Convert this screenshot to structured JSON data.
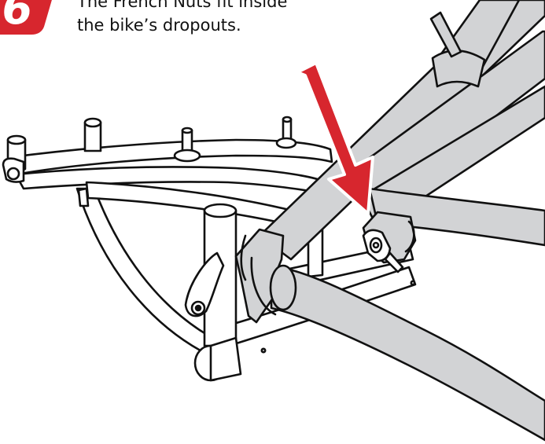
{
  "step": {
    "number": "6",
    "badge_color": "#d7262e"
  },
  "caption": {
    "line1": "The French Nuts fit inside",
    "line2": "the bike’s dropouts."
  },
  "colors": {
    "tube_fill": "#d2d3d5",
    "outline": "#111111",
    "arrow": "#d7262e",
    "background": "#ffffff"
  },
  "icons": [
    "down-arrow-icon"
  ]
}
